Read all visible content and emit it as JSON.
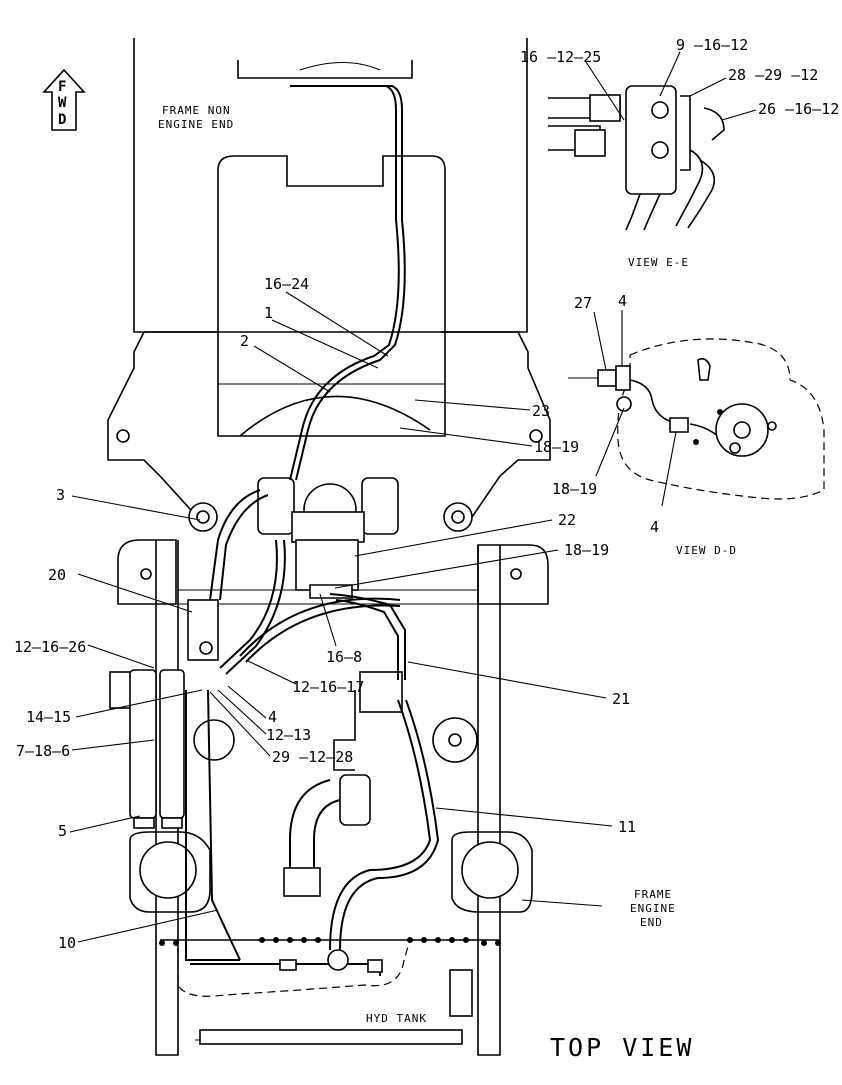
{
  "arrow": {
    "letters": [
      "F",
      "W",
      "D"
    ]
  },
  "notes": {
    "frame_non_engine_1": "FRAME NON",
    "frame_non_engine_2": "ENGINE END",
    "frame_engine_1": "FRAME",
    "frame_engine_2": "ENGINE",
    "frame_engine_3": "END",
    "hyd_tank": "HYD TANK",
    "view_ee": "VIEW E-E",
    "view_dd": "VIEW D-D",
    "top_view": "TOP VIEW"
  },
  "callouts": {
    "c_16_24": "16–24",
    "c_1": "1",
    "c_2": "2",
    "c_23": "23",
    "c_18_19_a": "18–19",
    "c_3": "3",
    "c_22": "22",
    "c_18_19_b": "18–19",
    "c_20": "20",
    "c_12_16_26": "12–16–26",
    "c_16_8": "16–8",
    "c_12_16_17": "12–16–17",
    "c_21": "21",
    "c_14_15": "14–15",
    "c_4_a": "4",
    "c_12_13": "12–13",
    "c_7_18_6": "7–18–6",
    "c_29_12_28": "29 –12–28",
    "c_5": "5",
    "c_11": "11",
    "c_10": "10",
    "c_16_12_25": "16 –12–25",
    "c_9_16_12": "9 –16–12",
    "c_28_29_12": "28 –29 –12",
    "c_26_16_12": "26 –16–12",
    "c_27": "27",
    "c_4_b": "4",
    "c_18_19_c": "18–19",
    "c_4_c": "4"
  }
}
